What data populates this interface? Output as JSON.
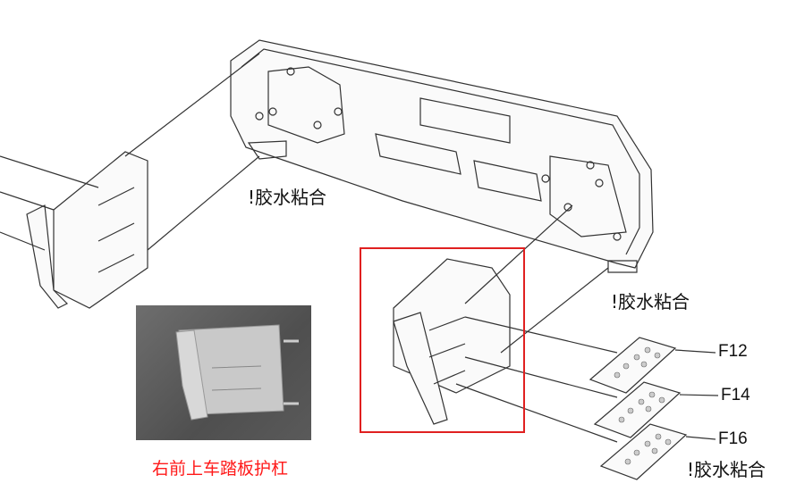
{
  "glue_labels": [
    "!胶水粘合",
    "!胶水粘合",
    "!胶水粘合"
  ],
  "part_labels": [
    "F12",
    "F14",
    "F16"
  ],
  "photo_caption": "右前上车踏板护杠",
  "colors": {
    "highlight": "#e02020",
    "caption": "#ff1a1a"
  }
}
